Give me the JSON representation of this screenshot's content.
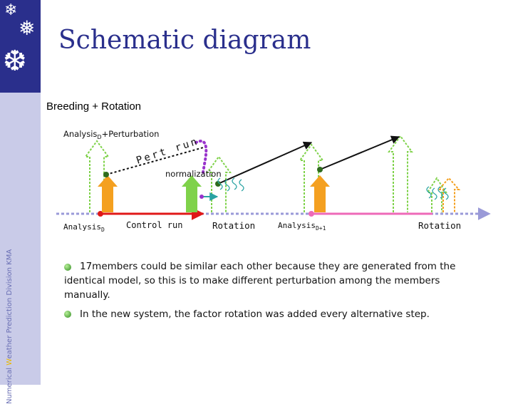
{
  "title": "Schematic diagram",
  "subtitle": "Breeding + Rotation",
  "sidebar": {
    "vertical_label_part1": "Numerical ",
    "vertical_label_part2": "W",
    "vertical_label_part3": "eather Prediction Division  KMA",
    "icons": [
      "snowflake-icon",
      "snowflake-icon",
      "snowflake-icon"
    ]
  },
  "diagram": {
    "analysis_perturbation": "Analysis",
    "analysis_perturbation_sub": "D",
    "analysis_perturbation_suffix": "+Perturbation",
    "pert_run": "Pert run",
    "normalization": "normalization",
    "labels": {
      "analysis_d": "Analysis",
      "analysis_d_sub": "D",
      "control_run": "Control run",
      "rotation_1": "Rotation",
      "analysis_d1": "Analysis",
      "analysis_d1_sub": "D+1",
      "rotation_2": "Rotation"
    },
    "colors": {
      "green": "#7fd24a",
      "orange": "#f4a020",
      "red": "#e01818",
      "purple": "#9933cc",
      "pink": "#ee6ab8",
      "lavender": "#9a9ad8",
      "teal": "#2aa3a3"
    }
  },
  "bullets": [
    "17members could be similar each other because they are generated from the identical model, so this is to make different perturbation among the members manually.",
    "In the new system, the factor rotation was added every alternative step."
  ]
}
